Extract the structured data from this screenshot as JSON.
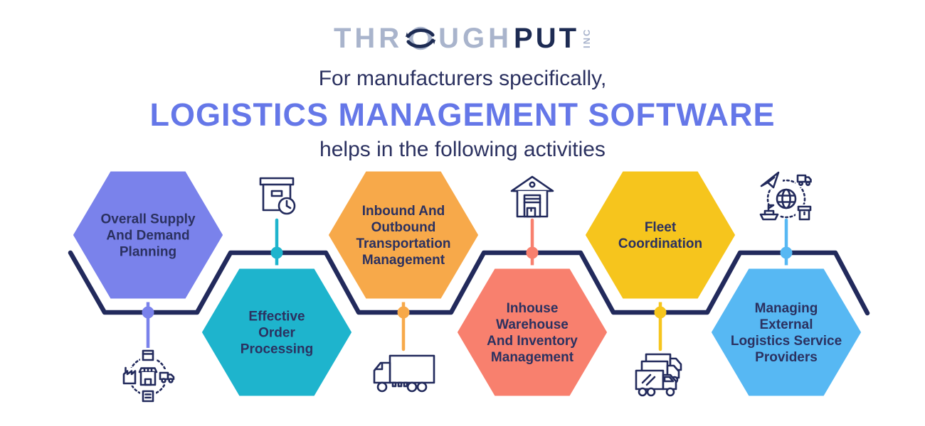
{
  "header": {
    "logo": {
      "part1": "THR",
      "part2": "UGH",
      "part3": "PUT",
      "suffix": "INC",
      "globe_icon": "globe-swirl-icon"
    },
    "line1": "For manufacturers specifically,",
    "line2": "LOGISTICS MANAGEMENT SOFTWARE",
    "line3": "helps in the following activities"
  },
  "colors": {
    "line_navy": "#222a5c",
    "text_navy": "#2b3160",
    "headline_accent": "#6577e8",
    "logo_light": "#a9b4cc",
    "logo_dark": "#1d2b53",
    "background": "#ffffff"
  },
  "diagram": {
    "items": [
      {
        "label_lines": [
          "Overall Supply",
          "And Demand",
          "Planning"
        ],
        "color": "#7a82eb",
        "position": "up",
        "icon": "supply-chain-icon"
      },
      {
        "label_lines": [
          "Effective",
          "Order",
          "Processing"
        ],
        "color": "#1eb4cd",
        "position": "down",
        "icon": "box-clock-icon"
      },
      {
        "label_lines": [
          "Inbound And",
          "Outbound",
          "Transportation",
          "Management"
        ],
        "color": "#f7a94a",
        "position": "up",
        "icon": "truck-icon"
      },
      {
        "label_lines": [
          "Inhouse",
          "Warehouse",
          "And Inventory",
          "Management"
        ],
        "color": "#f8806e",
        "position": "down",
        "icon": "warehouse-icon"
      },
      {
        "label_lines": [
          "Fleet",
          "Coordination"
        ],
        "color": "#f6c51d",
        "position": "up",
        "icon": "fleet-trucks-icon"
      },
      {
        "label_lines": [
          "Managing",
          "External",
          "Logistics Service",
          "Providers"
        ],
        "color": "#57b8f3",
        "position": "down",
        "icon": "global-logistics-icon"
      }
    ]
  }
}
